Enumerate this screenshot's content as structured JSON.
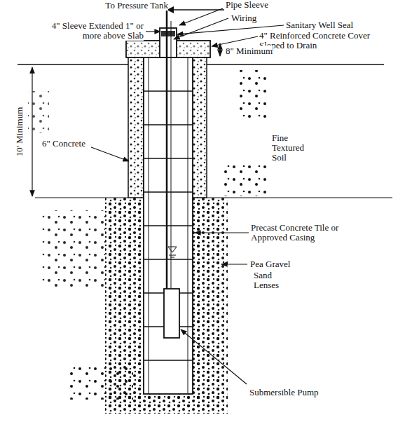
{
  "diagram": {
    "labels": [
      "To Pressure Tank",
      "Pipe Sleeve",
      "Wiring",
      "Sanitary Well Seal",
      "4\" Sleeve Extended 1\" or more above Slab",
      "4\" Reinforced Concrete Cover Sloped to Drain",
      "8\" Minimum",
      "10' Minimum",
      "6\" Concrete",
      "Fine Textured Soil",
      "Precast Concrete Tile or Approved Casing",
      "Pea Gravel",
      "Sand Lenses",
      "Submersible Pump"
    ]
  }
}
